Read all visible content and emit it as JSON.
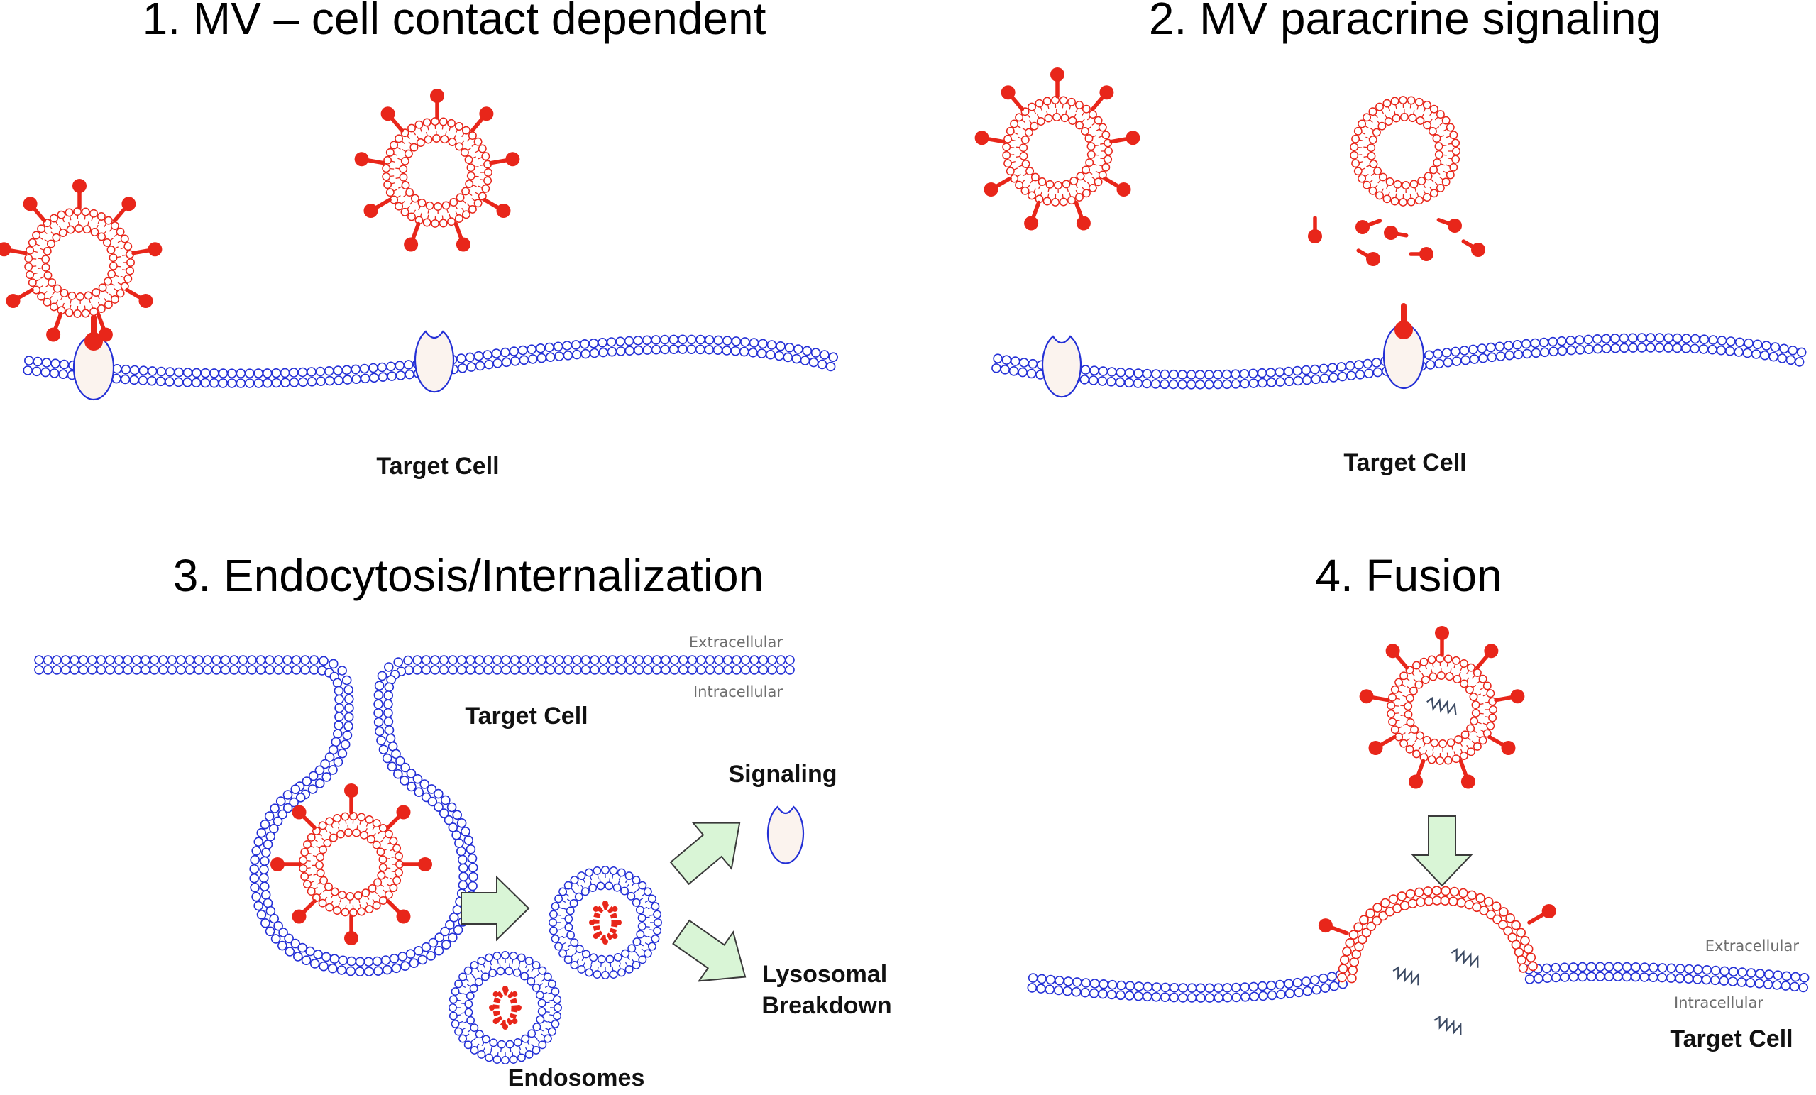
{
  "panels": [
    {
      "number": "1.",
      "title": "MV – cell contact dependent",
      "target_label": "Target Cell"
    },
    {
      "number": "2.",
      "title": "MV paracrine signaling",
      "target_label": "Target Cell"
    },
    {
      "number": "3.",
      "title": "Endocytosis/Internalization",
      "target_label": "Target Cell",
      "extracellular": "Extracellular",
      "intracellular": "Intracellular",
      "signaling": "Signaling",
      "lysosomal_line1": "Lysosomal",
      "lysosomal_line2": "Breakdown",
      "endosomes": "Endosomes"
    },
    {
      "number": "4.",
      "title": "Fusion",
      "target_label": "Target Cell",
      "extracellular": "Extracellular",
      "intracellular": "Intracellular"
    }
  ],
  "colors": {
    "vesicle": "#e8261a",
    "membrane": "#2430d6",
    "receptor_fill": "#fbf3ee",
    "arrow_fill": "#d9f5d6",
    "arrow_stroke": "#3a3a3a",
    "cargo": "#3c4a63"
  }
}
